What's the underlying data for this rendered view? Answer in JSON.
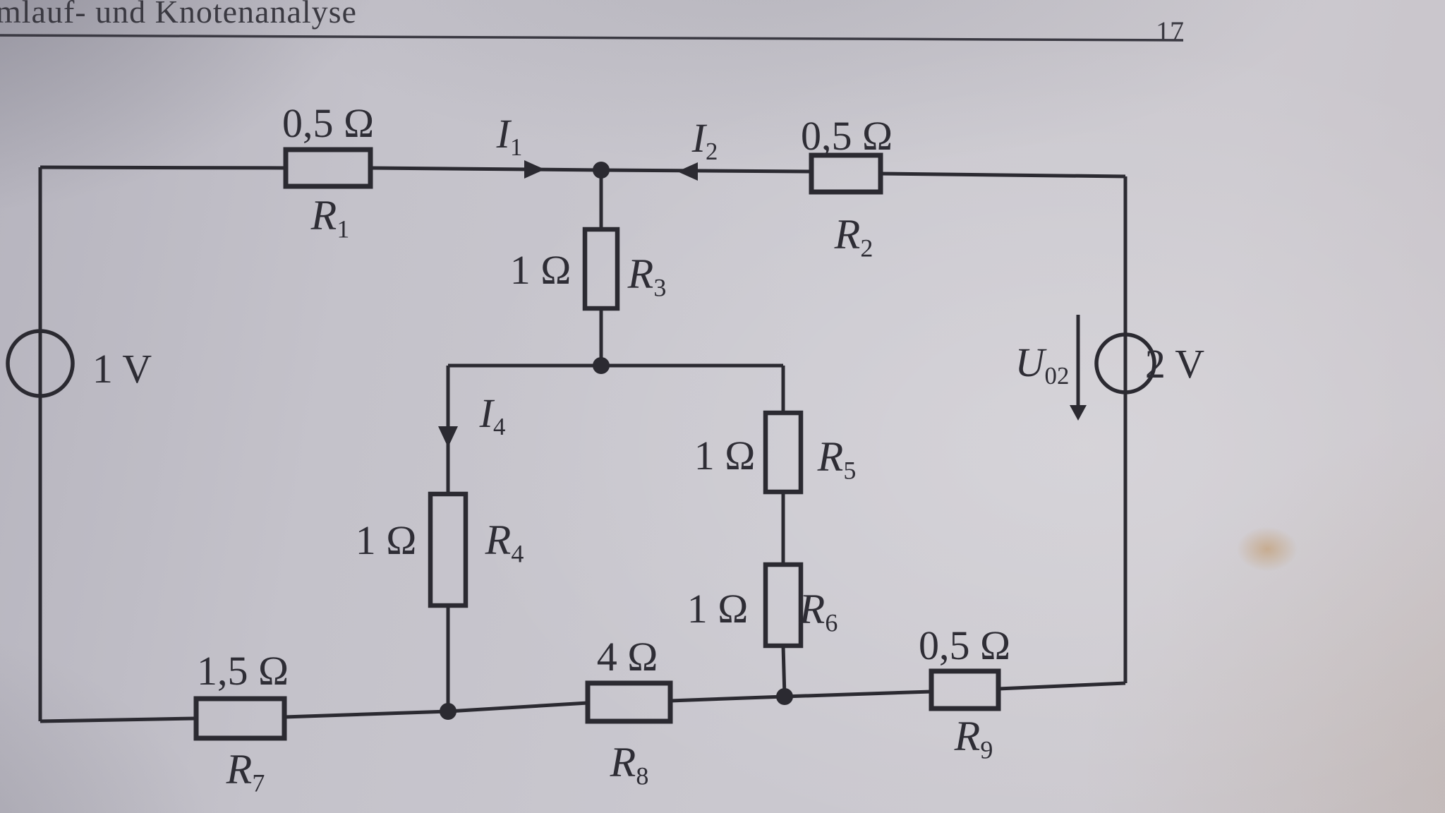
{
  "page": {
    "header_title": "mlauf- und Knotenanalyse",
    "page_number": "17"
  },
  "circuit": {
    "resistors": [
      {
        "id": "R1",
        "symbol": "R",
        "sub": "1",
        "value": "0,5 Ω"
      },
      {
        "id": "R2",
        "symbol": "R",
        "sub": "2",
        "value": "0,5 Ω"
      },
      {
        "id": "R3",
        "symbol": "R",
        "sub": "3",
        "value": "1 Ω"
      },
      {
        "id": "R4",
        "symbol": "R",
        "sub": "4",
        "value": "1 Ω"
      },
      {
        "id": "R5",
        "symbol": "R",
        "sub": "5",
        "value": "1 Ω"
      },
      {
        "id": "R6",
        "symbol": "R",
        "sub": "6",
        "value": "1 Ω"
      },
      {
        "id": "R7",
        "symbol": "R",
        "sub": "7",
        "value": "1,5 Ω"
      },
      {
        "id": "R8",
        "symbol": "R",
        "sub": "8",
        "value": "4 Ω"
      },
      {
        "id": "R9",
        "symbol": "R",
        "sub": "9",
        "value": "0,5 Ω"
      }
    ],
    "sources": [
      {
        "id": "V01",
        "value": "1 V"
      },
      {
        "id": "V02",
        "value": "2 V"
      }
    ],
    "currents": [
      {
        "id": "I1",
        "symbol": "I",
        "sub": "1"
      },
      {
        "id": "I2",
        "symbol": "I",
        "sub": "2"
      },
      {
        "id": "I4",
        "symbol": "I",
        "sub": "4"
      }
    ],
    "voltage_arrow": {
      "symbol": "U",
      "sub": "02"
    },
    "colors": {
      "ink": "#2b2a31",
      "paper": "#c6c4cc"
    }
  }
}
